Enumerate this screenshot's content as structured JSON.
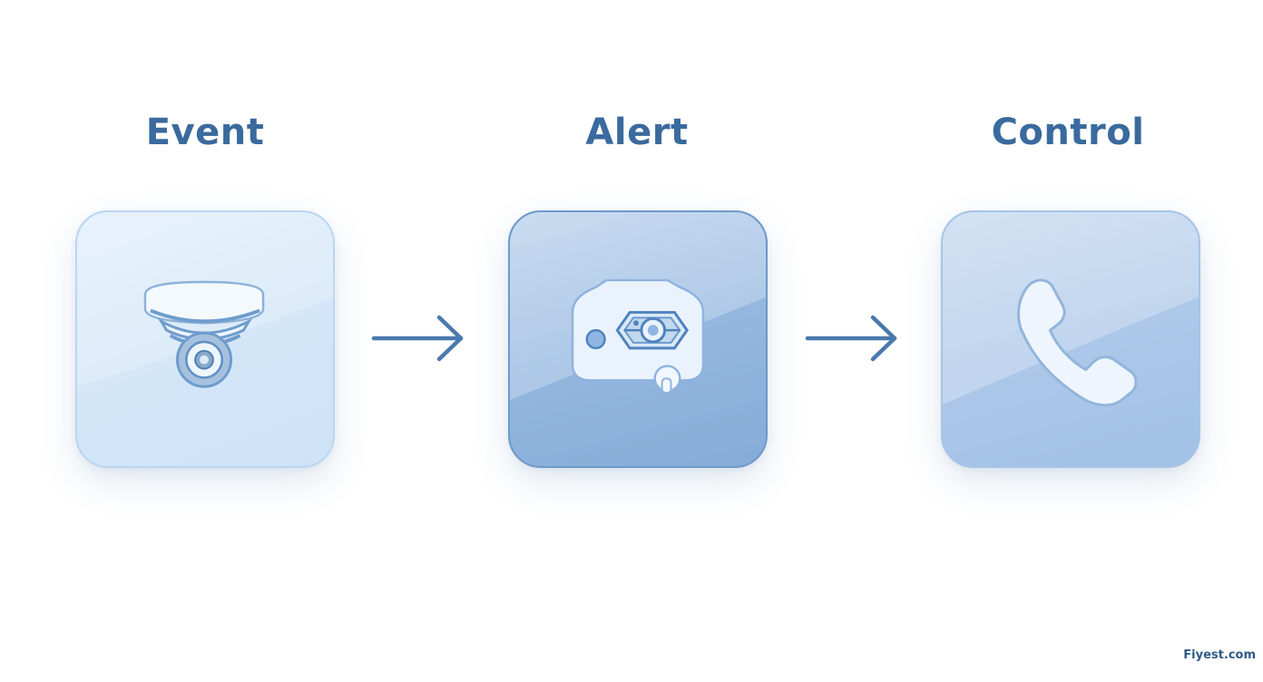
{
  "stages": [
    {
      "label": "Event",
      "icon": "security-camera-icon"
    },
    {
      "label": "Alert",
      "icon": "alarm-sensor-icon"
    },
    {
      "label": "Control",
      "icon": "phone-handset-icon"
    }
  ],
  "connectors": [
    "arrow-right-icon",
    "arrow-right-icon"
  ],
  "watermark": "Fiyest.com",
  "colors": {
    "title": "#3a6a9e",
    "arrow": "#4a79ad",
    "card_event": "#d4e6f8",
    "card_alert": "#8fb3de",
    "card_control": "#adc8e9",
    "icon_fill": "#eef5fd",
    "icon_stroke": "#6d9acb"
  }
}
